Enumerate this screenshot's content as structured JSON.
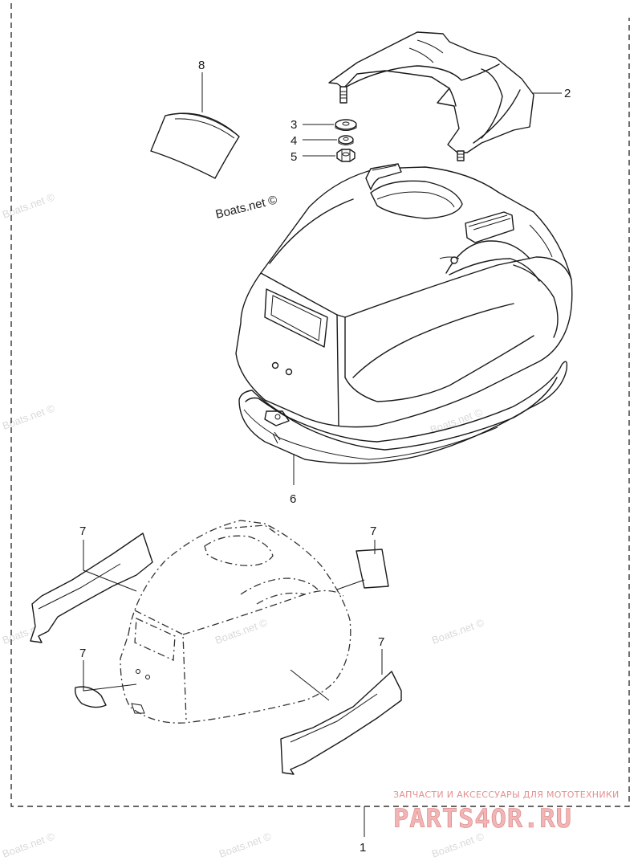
{
  "diagram": {
    "credit": "Boats.net ©",
    "watermark_text": "Boats.net ©",
    "banner": {
      "top_text": "ЗАПЧАСТИ И АКСЕССУАРЫ ДЛЯ МОТОТЕХНИКИ",
      "logo_text": "PARTS4OR.RU"
    },
    "callouts": {
      "c1": "1",
      "c2": "2",
      "c3": "3",
      "c4": "4",
      "c5": "5",
      "c6": "6",
      "c7a": "7",
      "c7b": "7",
      "c7c": "7",
      "c7d": "7",
      "c8": "8"
    }
  }
}
